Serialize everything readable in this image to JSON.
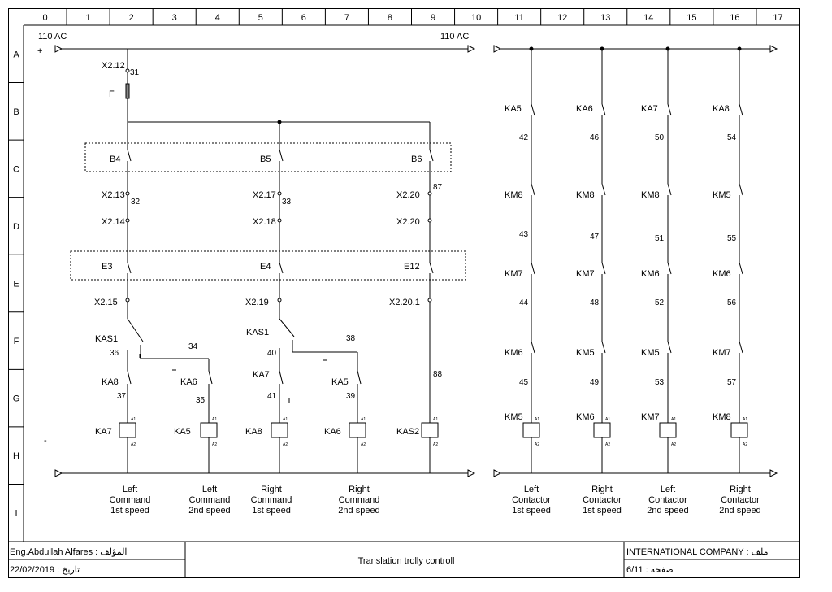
{
  "columns": [
    "0",
    "1",
    "2",
    "3",
    "4",
    "5",
    "6",
    "7",
    "8",
    "9",
    "10",
    "11",
    "12",
    "13",
    "14",
    "15",
    "16",
    "17"
  ],
  "rows": [
    "A",
    "B",
    "C",
    "D",
    "E",
    "F",
    "G",
    "H",
    "I"
  ],
  "supply": {
    "left_label": "110 AC",
    "right_label": "110 AC",
    "plus": "+",
    "minus": "-"
  },
  "fuse": {
    "terminal": "X2.12",
    "wire": "31",
    "name": "F"
  },
  "limit_switches": [
    {
      "name": "B4",
      "term1": "X2.13",
      "wire": "32",
      "term2": "X2.14"
    },
    {
      "name": "B5",
      "term1": "X2.17",
      "wire": "33",
      "term2": "X2.18"
    },
    {
      "name": "B6",
      "term1": "X2.20",
      "wire": "87",
      "term2": "X2.20"
    }
  ],
  "selectors": [
    {
      "name": "E3",
      "terminal": "X2.15"
    },
    {
      "name": "E4",
      "terminal": "X2.19"
    },
    {
      "name": "E12",
      "terminal": "X2.20.1"
    }
  ],
  "kas": [
    {
      "name": "KAS1",
      "wire_in": "36",
      "wire_out": "34"
    },
    {
      "name": "KAS1",
      "wire_in": "40",
      "wire_out": "38"
    }
  ],
  "interlocks": [
    {
      "name": "KA8",
      "wire": "37"
    },
    {
      "name": "KA6",
      "wire": "35"
    },
    {
      "name": "KA7",
      "wire": "41"
    },
    {
      "name": "KA5",
      "wire": "39"
    }
  ],
  "wire_88": "88",
  "coils": [
    "KA7",
    "KA5",
    "KA8",
    "KA6",
    "KAS2"
  ],
  "coil_pins": {
    "a1": "A1",
    "a2": "A2"
  },
  "bottom_labels": [
    [
      "Left",
      "Command",
      "1st speed"
    ],
    [
      "Left",
      "Command",
      "2nd speed"
    ],
    [
      "Right",
      "Command",
      "1st speed"
    ],
    [
      "Right",
      "Command",
      "2nd speed"
    ]
  ],
  "right_chains": [
    {
      "c1": "KA5",
      "w1": "42",
      "c2": "KM8",
      "w2": "43",
      "c3": "KM7",
      "w3": "44",
      "c4": "KM6",
      "w4": "45",
      "coil": "KM5"
    },
    {
      "c1": "KA6",
      "w1": "46",
      "c2": "KM8",
      "w2": "47",
      "c3": "KM7",
      "w3": "48",
      "c4": "KM5",
      "w4": "49",
      "coil": "KM6"
    },
    {
      "c1": "KA7",
      "w1": "50",
      "c2": "KM8",
      "w2": "51",
      "c3": "KM6",
      "w3": "52",
      "c4": "KM5",
      "w4": "53",
      "coil": "KM7"
    },
    {
      "c1": "KA8",
      "w1": "54",
      "c2": "KM5",
      "w2": "55",
      "c3": "KM6",
      "w3": "56",
      "c4": "KM7",
      "w4": "57",
      "coil": "KM8"
    }
  ],
  "right_labels": [
    [
      "Left",
      "Contactor",
      "1st speed"
    ],
    [
      "Right",
      "Contactor",
      "1st speed"
    ],
    [
      "Left",
      "Contactor",
      "2nd speed"
    ],
    [
      "Right",
      "Contactor",
      "2nd speed"
    ]
  ],
  "title_block": {
    "author": "Eng.Abdullah Alfares : المؤلف",
    "date": "22/02/2019 : تاريخ",
    "title": "Translation trolly controll",
    "company": "INTERNATIONAL COMPANY : ملف",
    "page": "6/11 : صفحة"
  }
}
